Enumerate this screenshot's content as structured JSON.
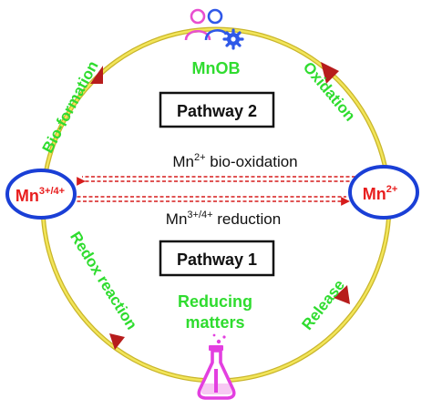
{
  "top_node": {
    "label": "MnOB",
    "icon": "microbe-user-gear-icon"
  },
  "bottom_node": {
    "label_line1": "Reducing",
    "label_line2": "matters",
    "icon": "flask-icon"
  },
  "left_node": {
    "base": "Mn",
    "superscript": "3+/4+"
  },
  "right_node": {
    "base": "Mn",
    "superscript": "2+"
  },
  "pathway_2": {
    "label": "Pathway 2"
  },
  "pathway_1": {
    "label": "Pathway 1"
  },
  "arrow_top": {
    "base": "Mn",
    "superscript": "2+",
    "rest": " bio-oxidation"
  },
  "arrow_bottom": {
    "base": "Mn",
    "superscript": "3+/4+",
    "rest": " reduction"
  },
  "arc_labels": {
    "bio_formation": "Bio-formation",
    "oxidation": "Oxidation",
    "redox_reaction": "Redox reaction",
    "release": "Release"
  },
  "colors": {
    "circle": "#e8d640",
    "node_ring": "#1a3fd6",
    "arc_text": "#2fdc2f",
    "mn_text": "#e81e1e",
    "arrow": "#d61c1c",
    "arrowhead": "#b71c1c",
    "flask": "#e33fe0",
    "icon_pink": "#e84fd0",
    "icon_blue": "#2f58e8"
  }
}
